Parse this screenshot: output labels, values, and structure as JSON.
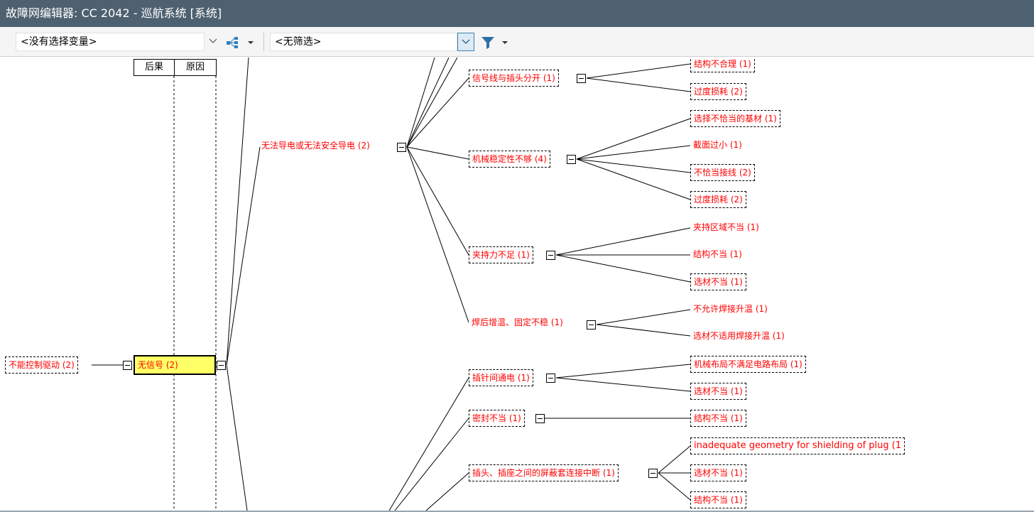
{
  "window": {
    "title": "故障网编辑器: CC 2042 - 巡航系统 [系统]"
  },
  "toolbar": {
    "variable_select": "<没有选择变量>",
    "filter_select": "<无筛选>"
  },
  "columns": {
    "effect": "后果",
    "cause": "原因"
  },
  "nodes": {
    "effect_node": "不能控制驱动 (2)",
    "selected_node": "无信号 (2)",
    "n_no_conduct": "无法导电或无法安全导电 (2)",
    "n_signal_plug": "信号线与插头分开 (1)",
    "n_structure_unreasonable": "结构不合理 (1)",
    "n_overconsume_1": "过度损耗 (2)",
    "n_mech_stability": "机械稳定性不够 (4)",
    "n_wrong_base": "选择不恰当的基材 (1)",
    "n_small_section": "截面过小 (1)",
    "n_bad_wiring": "不恰当接线 (2)",
    "n_overconsume_2": "过度损耗 (2)",
    "n_clamp_force": "夹持力不足 (1)",
    "n_clamp_area": "夹持区域不当 (1)",
    "n_structure_bad_1": "结构不当 (1)",
    "n_material_bad_1": "选材不当 (1)",
    "n_weld_heat": "焊后增温、固定不稳 (1)",
    "n_no_weld_heat": "不允许焊接升温 (1)",
    "n_material_weld": "选材不适用焊接升温 (1)",
    "n_pin_conduct": "插针间通电 (1)",
    "n_mech_layout": "机械布局不满足电路布局 (1)",
    "n_material_bad_2": "选材不当 (1)",
    "n_seal_bad": "密封不当 (1)",
    "n_structure_bad_2": "结构不当 (1)",
    "n_shield_break": "插头、插座之间的屏蔽套连接中断 (1)",
    "n_inadequate_geom": "inadequate geometry for shielding of plug (1",
    "n_material_bad_3": "选材不当 (1)",
    "n_structure_bad_3": "结构不当 (1)"
  },
  "colors": {
    "titlebar": "#4e6170",
    "node_text": "#ff0000",
    "selected_fill": "#ffff66",
    "combo_active_border": "#3c7fb1"
  }
}
